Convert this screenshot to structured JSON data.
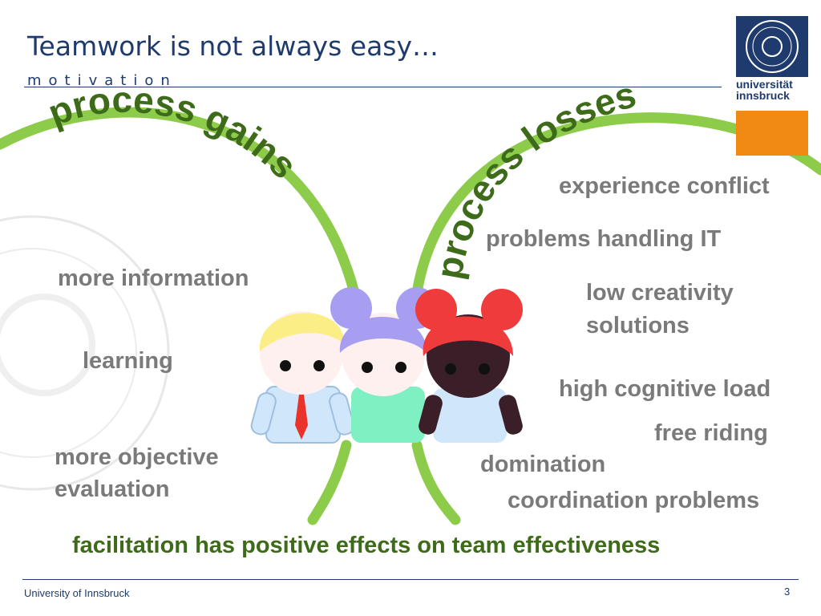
{
  "title": "Teamwork is not always easy…",
  "subtitle": "motivation",
  "gains": {
    "heading": "process gains",
    "items": [
      "more information",
      "learning",
      "more objective",
      "evaluation"
    ]
  },
  "losses": {
    "heading": "process losses",
    "items": [
      "experience conflict",
      "problems handling IT",
      "low creativity",
      "solutions",
      "high cognitive load",
      "free riding",
      "domination",
      "coordination problems"
    ]
  },
  "conclusion": "facilitation has positive effects on team effectiveness",
  "footer": {
    "text": "University of Innsbruck",
    "page": "3"
  },
  "logo": {
    "line1": "universität",
    "line2": "innsbruck"
  },
  "colors": {
    "title": "#1f3b6e",
    "arc": "#8dcc4a",
    "heading": "#3e6b1a",
    "item": "#7a7a7a",
    "logo_blue": "#1f3b6e",
    "logo_orange": "#f08a12"
  }
}
